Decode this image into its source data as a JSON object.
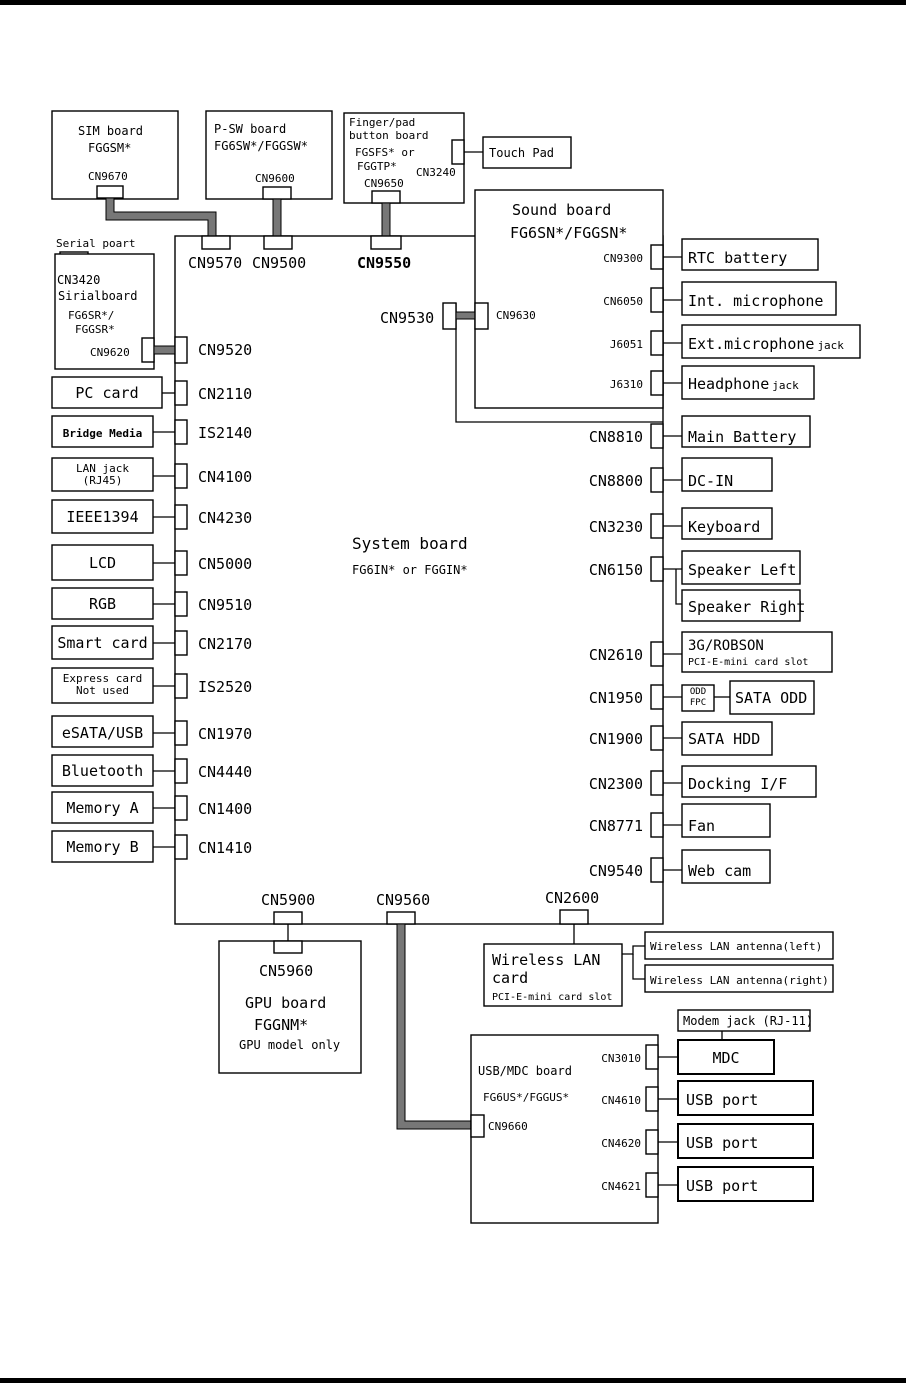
{
  "system_board": {
    "title": "System board",
    "model": "FG6IN* or FGGIN*"
  },
  "top_boards": [
    {
      "id": "sim",
      "title": "SIM board",
      "model": "FGGSM*",
      "connector": "CN9670",
      "sys_connector": "CN9570"
    },
    {
      "id": "psw",
      "title": "P-SW board",
      "model": "FG6SW*/FGGSW*",
      "connector": "CN9600",
      "sys_connector": "CN9500"
    },
    {
      "id": "finger",
      "title_lines": [
        "Finger/pad",
        "button board",
        "FGSFS* or",
        "FGGTP*"
      ],
      "connector": "CN9650",
      "side_connector": "CN3240",
      "touch": "Touch Pad",
      "sys_connector": "CN9550"
    }
  ],
  "serial": {
    "label": "Serial poart",
    "connector_top": "CN3420",
    "title": "Sirialboard",
    "model_lines": [
      "FG6SR*/",
      "FGGSR*"
    ],
    "connector": "CN9620",
    "sys_connector": "CN9520"
  },
  "sound": {
    "title": "Sound board",
    "model": "FG6SN*/FGGSN*",
    "sys_connector": "CN9530",
    "connector": "CN9630",
    "ports": [
      {
        "conn": "CN9300",
        "label": "RTC battery"
      },
      {
        "conn": "CN6050",
        "label": "Int. microphone"
      },
      {
        "conn": "J6051",
        "label": "Ext.microphone",
        "small": "jack"
      },
      {
        "conn": "J6310",
        "label": "Headphone",
        "small": "jack"
      }
    ]
  },
  "left_items": [
    {
      "label": "PC card",
      "conn": "CN2110"
    },
    {
      "label": "Bridge Media",
      "conn": "IS2140"
    },
    {
      "label_lines": [
        "LAN jack",
        "(RJ45)"
      ],
      "conn": "CN4100"
    },
    {
      "label": "IEEE1394",
      "conn": "CN4230"
    },
    {
      "label": "LCD",
      "conn": "CN5000"
    },
    {
      "label": "RGB",
      "conn": "CN9510"
    },
    {
      "label": "Smart card",
      "conn": "CN2170"
    },
    {
      "label_lines": [
        "Express card",
        "Not used"
      ],
      "conn": "IS2520"
    },
    {
      "label": "eSATA/USB",
      "conn": "CN1970"
    },
    {
      "label": "Bluetooth",
      "conn": "CN4440"
    },
    {
      "label": "Memory A",
      "conn": "CN1400"
    },
    {
      "label": "Memory B",
      "conn": "CN1410"
    }
  ],
  "right_items": [
    {
      "conn": "CN8810",
      "label": "Main Battery"
    },
    {
      "conn": "CN8800",
      "label": "DC-IN"
    },
    {
      "conn": "CN3230",
      "label": "Keyboard"
    },
    {
      "conn": "CN6150",
      "label": "Speaker Left",
      "label2": "Speaker Right"
    },
    {
      "conn": "CN2610",
      "label": "3G/ROBSON",
      "sub": "PCI-E-mini card slot"
    },
    {
      "conn": "CN1950",
      "fpc_lines": [
        "ODD",
        "FPC"
      ],
      "label": "SATA ODD"
    },
    {
      "conn": "CN1900",
      "label": "SATA HDD"
    },
    {
      "conn": "CN2300",
      "label": "Docking I/F"
    },
    {
      "conn": "CN8771",
      "label": "Fan"
    },
    {
      "conn": "CN9540",
      "label": "Web cam"
    }
  ],
  "gpu": {
    "sys_connector": "CN5900",
    "connector": "CN5960",
    "title": "GPU board",
    "model": "FGGNM*",
    "note": "GPU model only"
  },
  "usb_link_connector": "CN9560",
  "wlan": {
    "sys_connector": "CN2600",
    "title_lines": [
      "Wireless LAN",
      "card"
    ],
    "sub": "PCI-E-mini card slot",
    "antenna_left": "Wireless LAN antenna(left)",
    "antenna_right": "Wireless LAN antenna(right)"
  },
  "usb_mdc": {
    "title": "USB/MDC board",
    "model": "FG6US*/FGGUS*",
    "connector": "CN9660",
    "modem": "Modem jack (RJ-11)",
    "ports": [
      {
        "conn": "CN3010",
        "label": "MDC"
      },
      {
        "conn": "CN4610",
        "label": "USB port"
      },
      {
        "conn": "CN4620",
        "label": "USB port"
      },
      {
        "conn": "CN4621",
        "label": "USB port"
      }
    ]
  }
}
